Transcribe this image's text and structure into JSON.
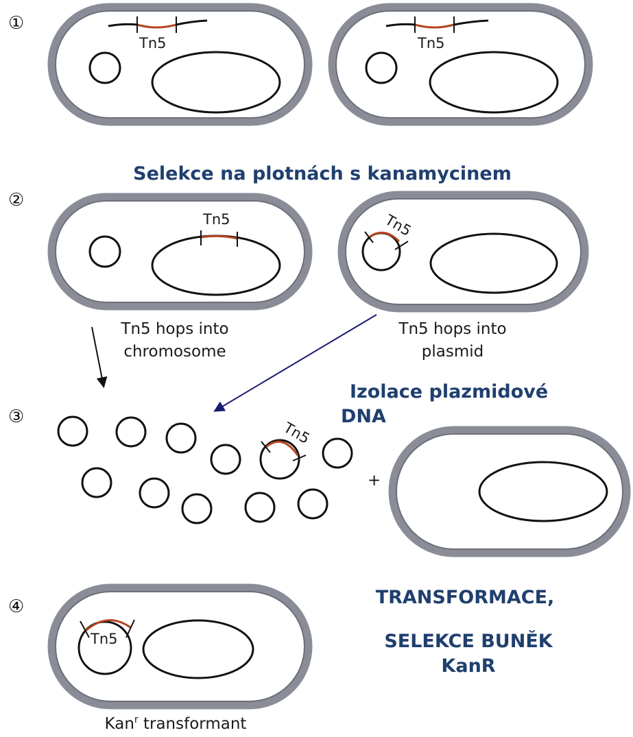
{
  "steps": {
    "s1": "①",
    "s2": "②",
    "s3": "③",
    "s4": "④"
  },
  "labels": {
    "tn5": "Tn5",
    "plus": "+"
  },
  "headings": {
    "selection": "Selekce na plotnách s kanamycinem",
    "isolation_line1": "Izolace plazmidové",
    "isolation_line2": "DNA",
    "transformation": "TRANSFORMACE,",
    "selection_cells_line1": "SELEKCE BUNĚK",
    "selection_cells_line2": "KanR"
  },
  "captions": {
    "chromosome_line1": "Tn5 hops into",
    "chromosome_line2": "chromosome",
    "plasmid_line1": "Tn5 hops into",
    "plasmid_line2": "plasmid",
    "transformant_prefix": "Kan",
    "transformant_sup": "r",
    "transformant_suffix": " transformant"
  },
  "colors": {
    "heading_blue": "#1f3f6e",
    "cell_wall": "#8a8d98",
    "transposon": "#b5441f"
  }
}
